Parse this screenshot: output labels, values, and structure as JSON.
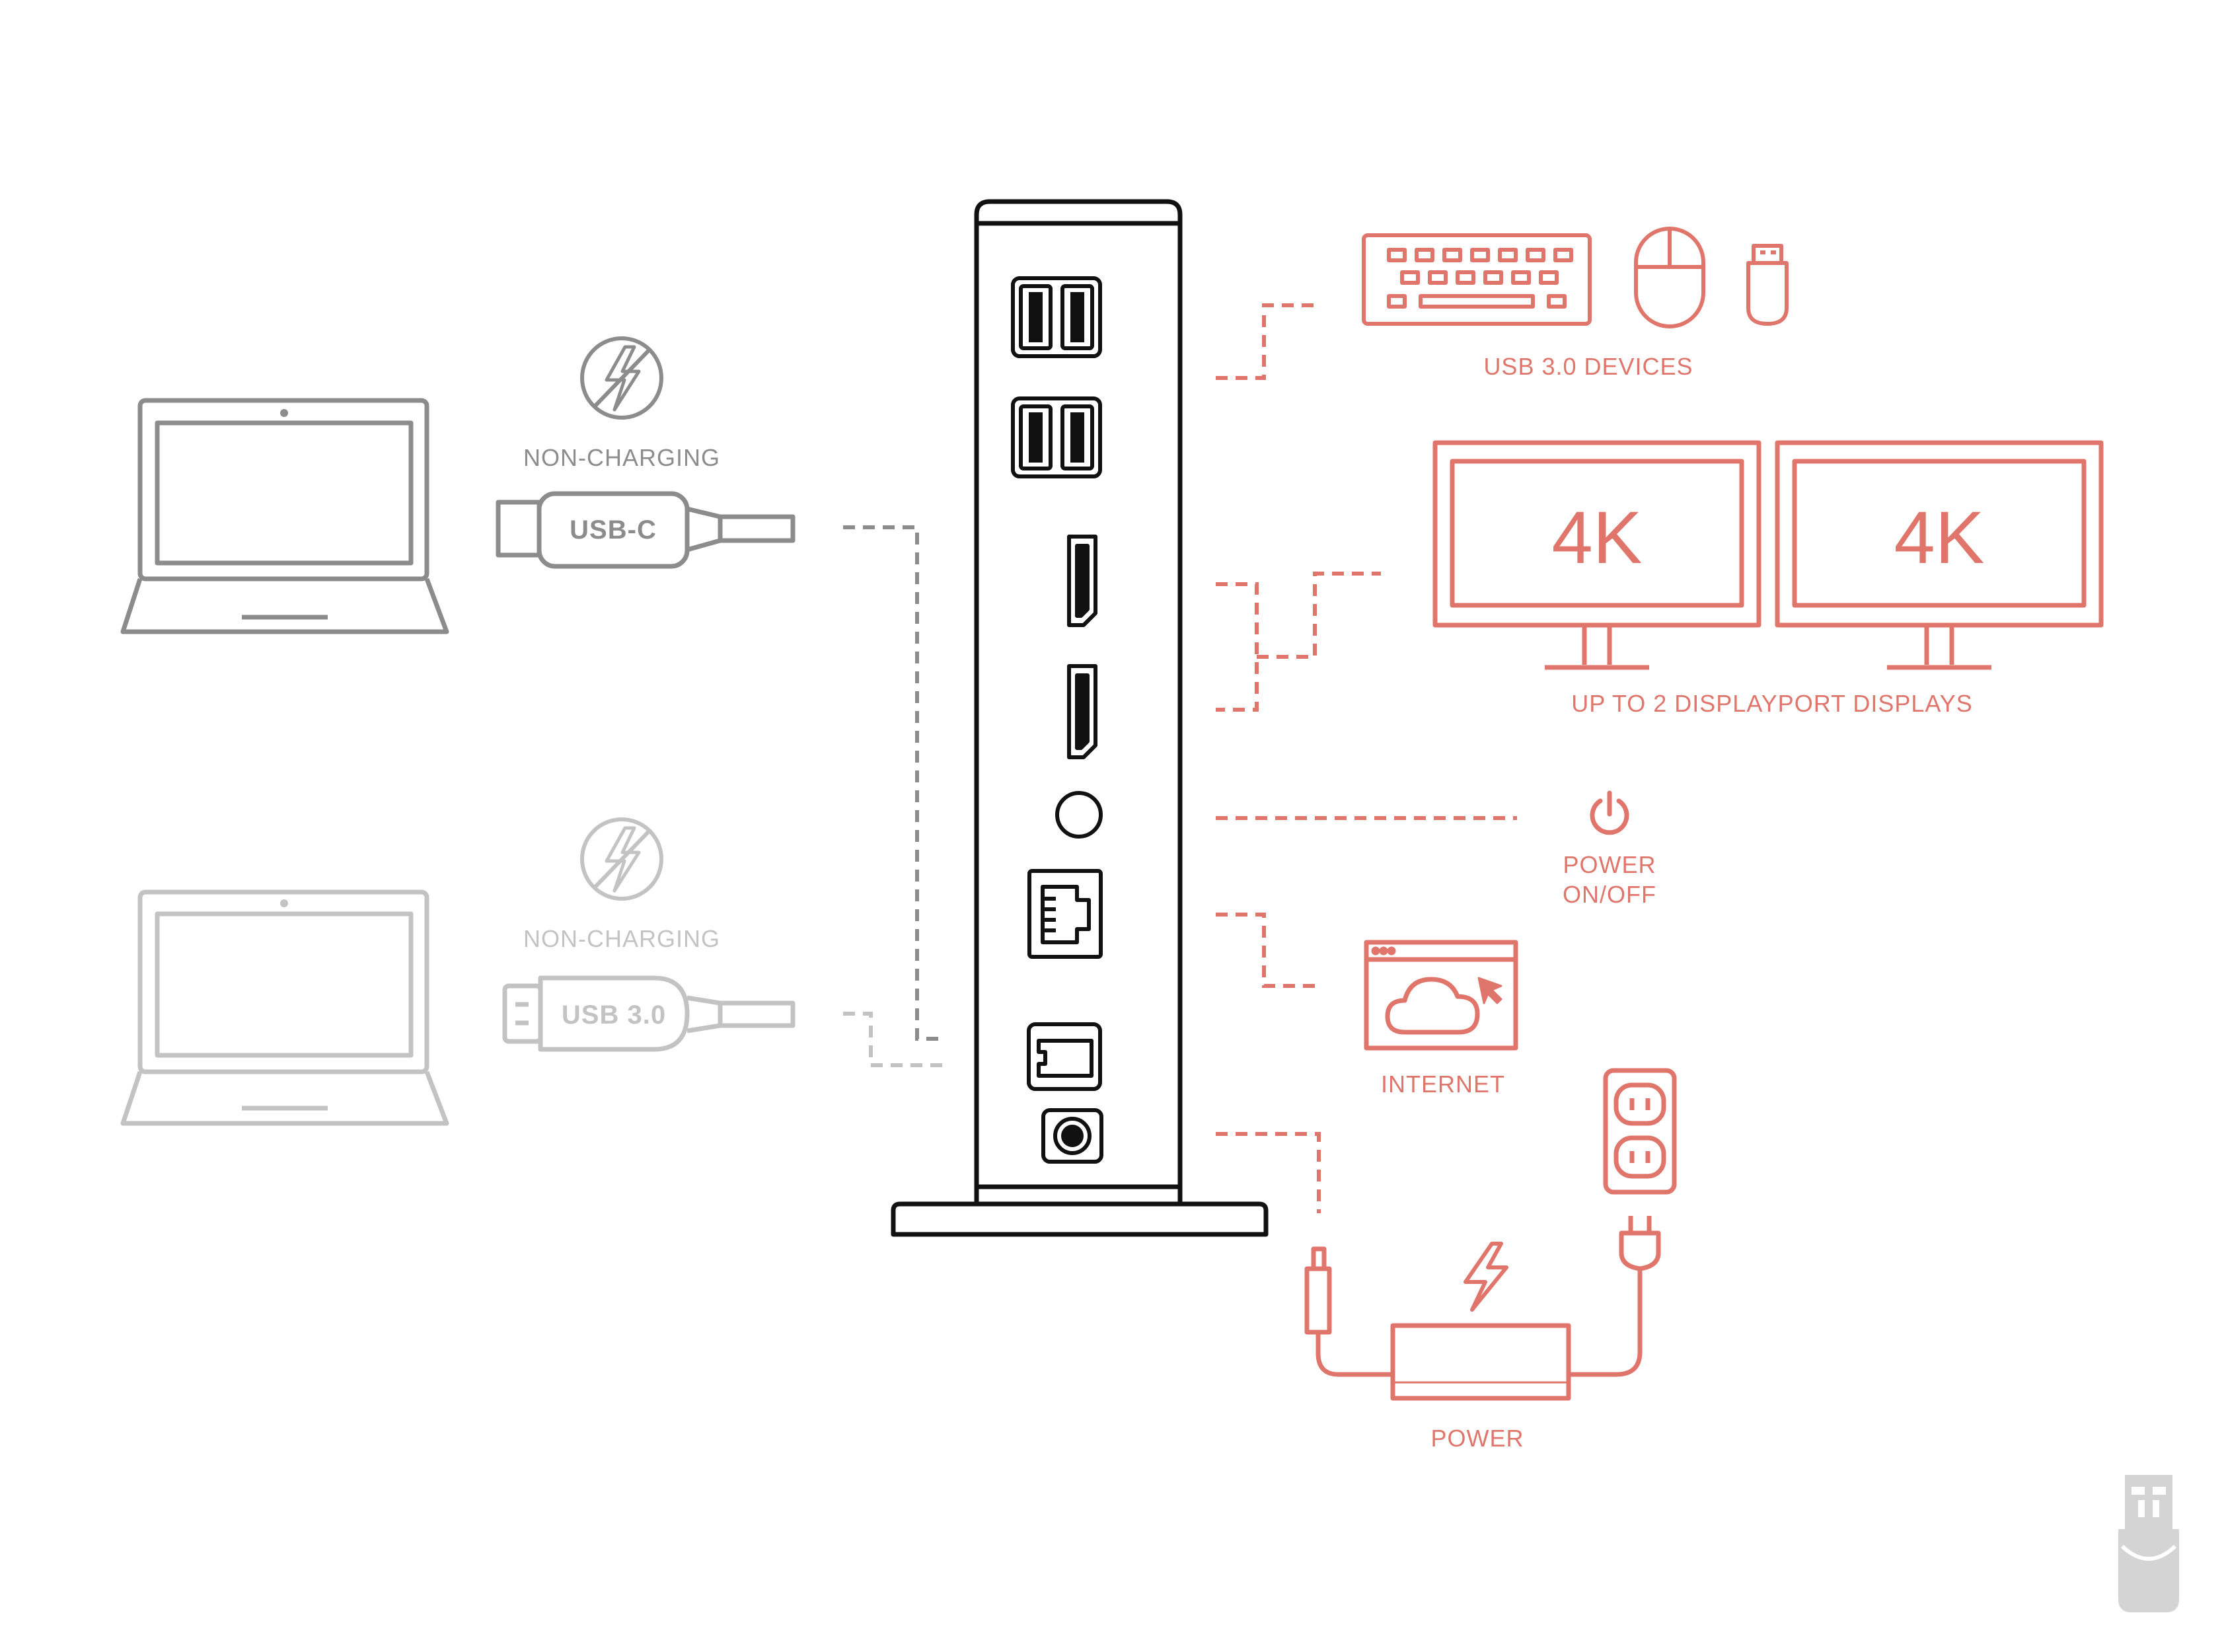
{
  "colors": {
    "accent": "#e0766b",
    "primary_laptop": "#8c8c8c",
    "secondary_laptop": "#c3c3c3",
    "dock": "#111111"
  },
  "left": {
    "primary_connection": {
      "charging_label": "NON-CHARGING",
      "plug_label": "USB-C"
    },
    "secondary_connection": {
      "charging_label": "NON-CHARGING",
      "plug_label": "USB 3.0"
    }
  },
  "right": {
    "usb_devices_label": "USB 3.0 DEVICES",
    "monitor_1_text": "4K",
    "monitor_2_text": "4K",
    "displays_label": "UP TO 2 DISPLAYPORT DISPLAYS",
    "power_button_label_line1": "POWER",
    "power_button_label_line2": "ON/OFF",
    "internet_label": "INTERNET",
    "power_label": "POWER"
  },
  "icons": {
    "primary_laptop": "laptop-icon",
    "secondary_laptop": "laptop-icon",
    "non_charging": "no-charge-icon",
    "keyboard": "keyboard-icon",
    "mouse": "mouse-icon",
    "usb_stick": "usb-stick-icon",
    "monitor": "monitor-icon",
    "power": "power-icon",
    "internet": "cloud-browser-icon",
    "outlet": "wall-outlet-icon",
    "adapter": "power-adapter-icon",
    "brand": "usb-brand-icon"
  }
}
